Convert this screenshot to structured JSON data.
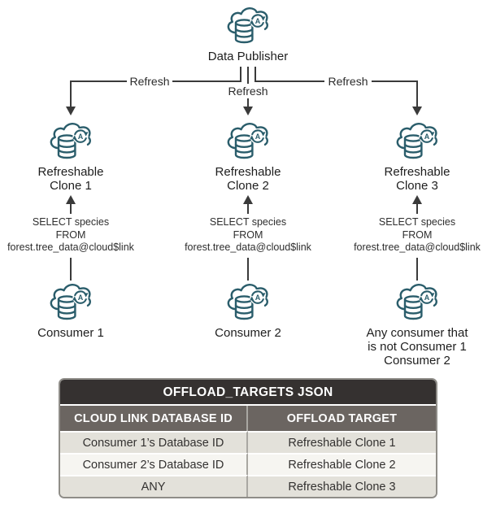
{
  "colors": {
    "icon_teal": "#2a5d6b",
    "connector": "#3a3a3a",
    "table_title_bg": "#353130",
    "table_header_bg": "#6b6561",
    "row_shaded_bg": "#e3e1da",
    "row_light_bg": "#f6f5f1"
  },
  "publisher": {
    "label": "Data Publisher"
  },
  "refresh": [
    "Refresh",
    "Refresh",
    "Refresh"
  ],
  "clones": [
    {
      "lines": [
        "Refreshable",
        "Clone 1"
      ]
    },
    {
      "lines": [
        "Refreshable",
        "Clone 2"
      ]
    },
    {
      "lines": [
        "Refreshable",
        "Clone 3"
      ]
    }
  ],
  "query": {
    "lines": [
      "SELECT species",
      "FROM",
      "forest.tree_data@cloud$link"
    ]
  },
  "consumers": [
    {
      "lines": [
        "Consumer 1"
      ]
    },
    {
      "lines": [
        "Consumer 2"
      ]
    },
    {
      "lines": [
        "Any consumer that",
        "is not Consumer 1",
        "Consumer 2"
      ]
    }
  ],
  "table": {
    "title": "OFFLOAD_TARGETS JSON",
    "columns": [
      "CLOUD LINK DATABASE ID",
      "OFFLOAD TARGET"
    ],
    "rows": [
      [
        "Consumer 1’s Database ID",
        "Refreshable Clone 1"
      ],
      [
        "Consumer 2’s Database ID",
        "Refreshable Clone 2"
      ],
      [
        "ANY",
        "Refreshable Clone 3"
      ]
    ]
  }
}
